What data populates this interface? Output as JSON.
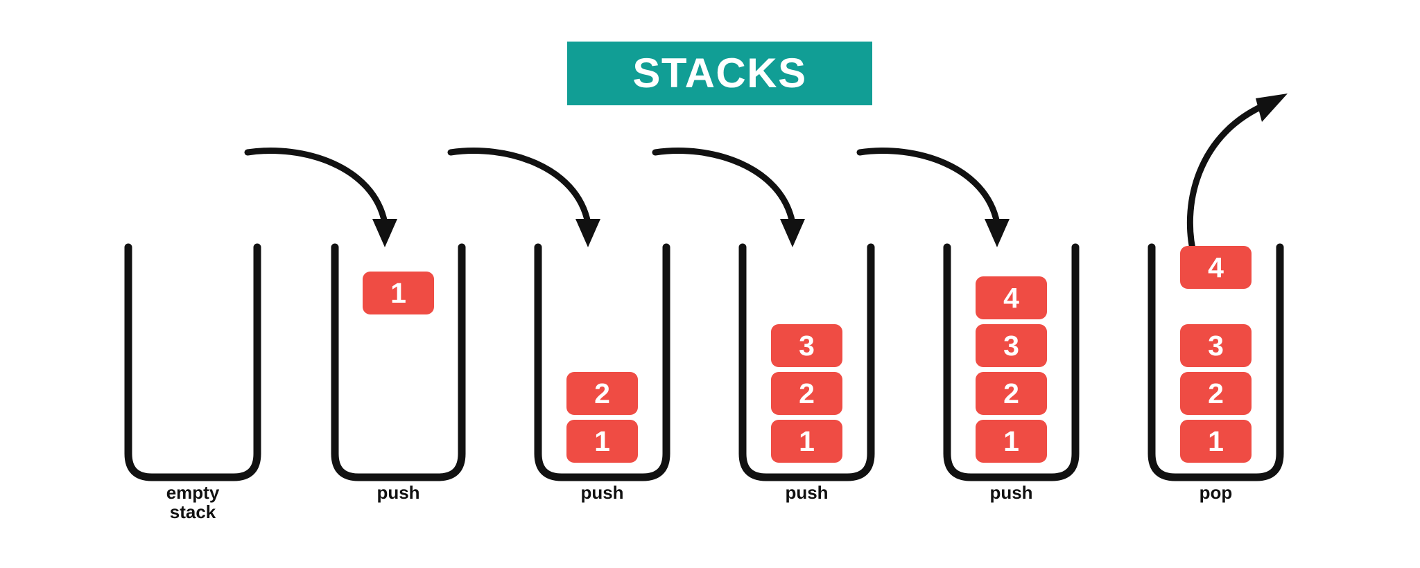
{
  "title": {
    "text": "STACKS",
    "banner_color": "#119e95",
    "text_color": "#ffffff"
  },
  "theme": {
    "background": "#ffffff",
    "box_color": "#ef4c44",
    "box_text_color": "#ffffff",
    "stroke_color": "#111111"
  },
  "chart_data": {
    "type": "diagram",
    "title": "STACKS",
    "description": "Six sequential states of a stack data structure showing push and pop operations",
    "steps": [
      {
        "label": "empty\nstack",
        "operation": "empty",
        "boxes": [],
        "floating_box": null,
        "arrow": "none"
      },
      {
        "label": "push",
        "operation": "push",
        "boxes": [],
        "floating_box": "1",
        "arrow": "in"
      },
      {
        "label": "push",
        "operation": "push",
        "boxes": [
          "1",
          "2"
        ],
        "floating_box": null,
        "arrow": "in"
      },
      {
        "label": "push",
        "operation": "push",
        "boxes": [
          "1",
          "2",
          "3"
        ],
        "floating_box": null,
        "arrow": "in"
      },
      {
        "label": "push",
        "operation": "push",
        "boxes": [
          "1",
          "2",
          "3",
          "4"
        ],
        "floating_box": null,
        "arrow": "in"
      },
      {
        "label": "pop",
        "operation": "pop",
        "boxes": [
          "1",
          "2",
          "3"
        ],
        "floating_box": "4",
        "arrow": "out"
      }
    ]
  },
  "stacks": [
    {
      "label": "empty\nstack",
      "boxes": [],
      "lifted": null
    },
    {
      "label": "push",
      "boxes": [],
      "lifted": "1"
    },
    {
      "label": "push",
      "boxes": [
        "1",
        "2"
      ],
      "lifted": null
    },
    {
      "label": "push",
      "boxes": [
        "1",
        "2",
        "3"
      ],
      "lifted": null
    },
    {
      "label": "push",
      "boxes": [
        "1",
        "2",
        "3",
        "4"
      ],
      "lifted": null
    },
    {
      "label": "pop",
      "boxes": [
        "1",
        "2",
        "3"
      ],
      "lifted": "4"
    }
  ]
}
